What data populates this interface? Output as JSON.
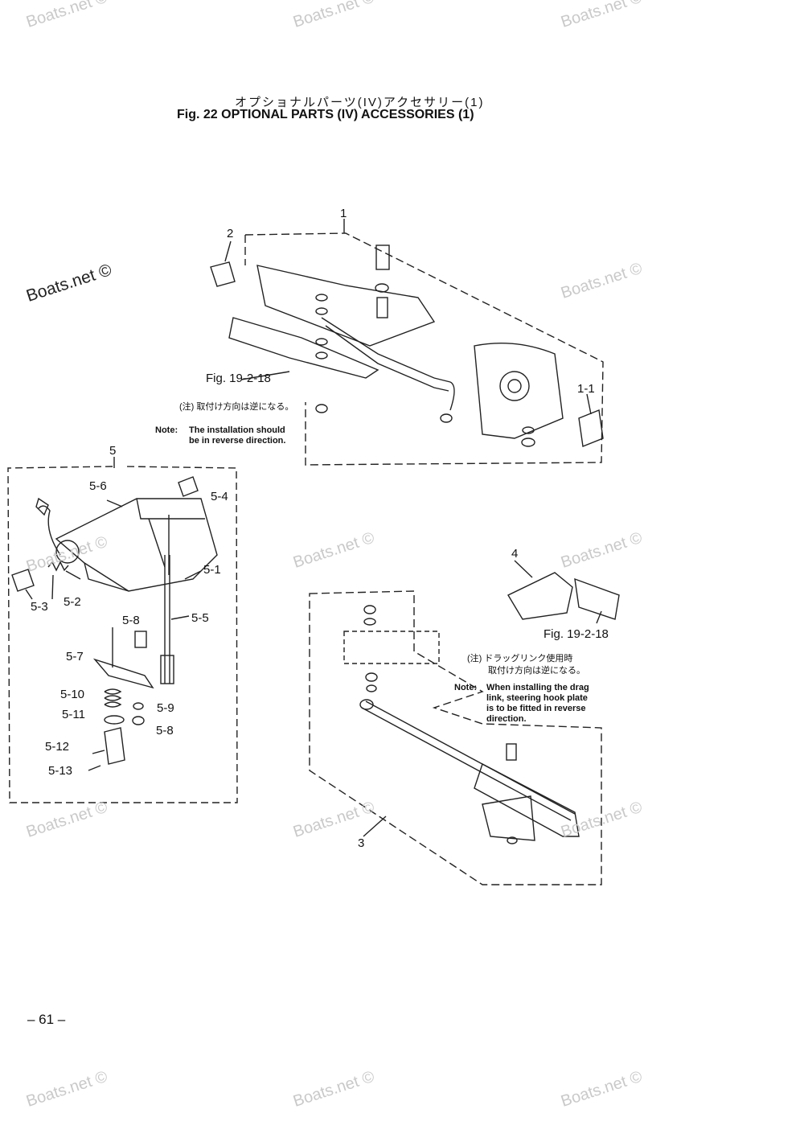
{
  "header": {
    "title_jp": "オプショナルパーツ(IV)アクセサリー(1)",
    "title_en": "Fig. 22   OPTIONAL PARTS (IV) ACCESSORIES (1)"
  },
  "callouts": {
    "c1": "1",
    "c2": "2",
    "c1_1": "1-1",
    "c5": "5",
    "c5_1": "5-1",
    "c5_2": "5-2",
    "c5_3": "5-3",
    "c5_4": "5-4",
    "c5_5": "5-5",
    "c5_6": "5-6",
    "c5_7": "5-7",
    "c5_8a": "5-8",
    "c5_8b": "5-8",
    "c5_9": "5-9",
    "c5_10": "5-10",
    "c5_11": "5-11",
    "c5_12": "5-12",
    "c5_13": "5-13",
    "c4": "4",
    "c3": "3"
  },
  "references": {
    "fig_ref_top": "Fig. 19-2-18",
    "fig_ref_right": "Fig. 19-2-18"
  },
  "notes": {
    "note1_jp": "(注) 取付け方向は逆になる。",
    "note1_label": "Note:",
    "note1_line1": "The installation should",
    "note1_line2": "be in reverse direction.",
    "note2_jp1": "(注) ドラッグリンク使用時",
    "note2_jp2": "取付け方向は逆になる。",
    "note2_label": "Note:",
    "note2_line1": "When installing the drag",
    "note2_line2": "link, steering hook plate",
    "note2_line3": "is to be fitted in reverse",
    "note2_line4": "direction."
  },
  "watermark": {
    "text": "Boats.net ©"
  },
  "footer": {
    "page_number": "– 61 –"
  }
}
